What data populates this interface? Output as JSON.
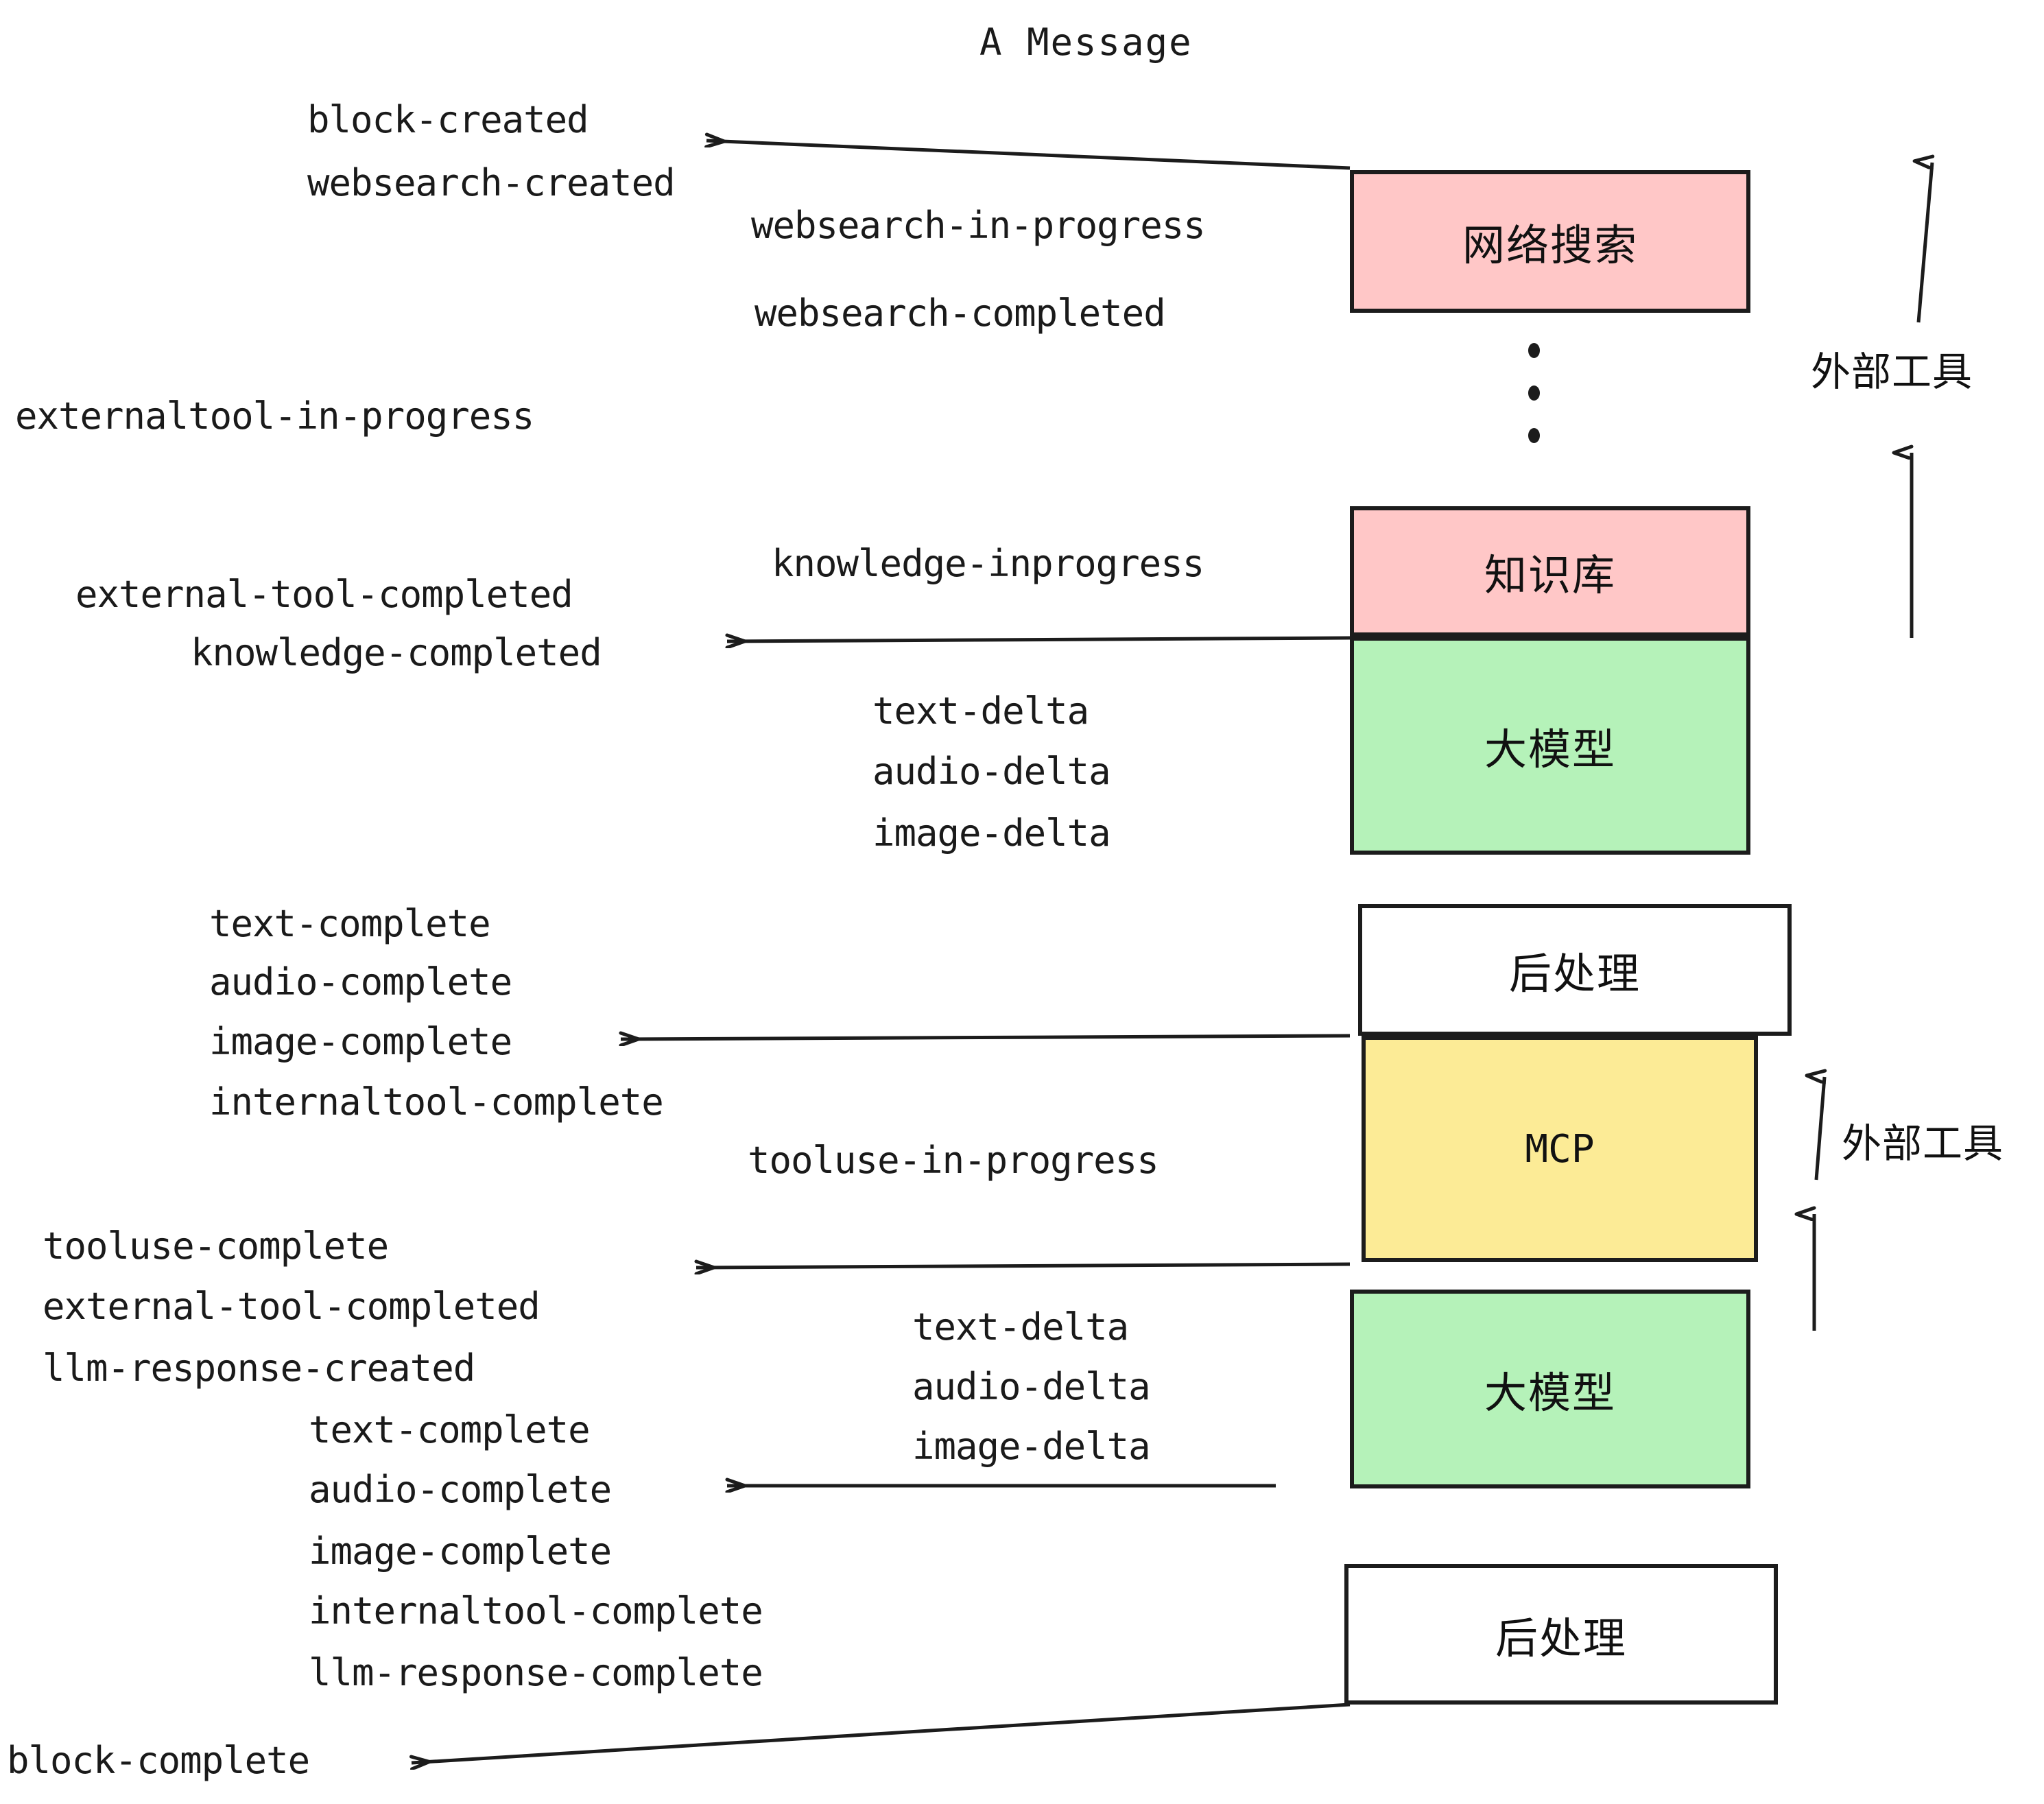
{
  "diagram": {
    "title": "A Message",
    "colors": {
      "pink": "#FFC7C7",
      "green": "#B5F2B9",
      "yellow": "#FCEB96",
      "white": "#FFFFFF",
      "stroke": "#1C1C1C"
    },
    "boxes": [
      {
        "id": "websearch",
        "label": "网络搜索",
        "fill": "#FFC7C7"
      },
      {
        "id": "knowledgebase",
        "label": "知识库",
        "fill": "#FFC7C7"
      },
      {
        "id": "llm-1",
        "label": "大模型",
        "fill": "#B5F2B9"
      },
      {
        "id": "postprocess-1",
        "label": "后处理",
        "fill": "#FFFFFF"
      },
      {
        "id": "mcp",
        "label": "MCP",
        "fill": "#FCEB96"
      },
      {
        "id": "llm-2",
        "label": "大模型",
        "fill": "#B5F2B9"
      },
      {
        "id": "postprocess-2",
        "label": "后处理",
        "fill": "#FFFFFF"
      }
    ],
    "brackets": [
      {
        "id": "external-tools-top",
        "label": "外部工具"
      },
      {
        "id": "external-tools-bottom",
        "label": "外部工具"
      }
    ],
    "events": {
      "block_created": "block-created",
      "websearch_created": "websearch-created",
      "websearch_in_progress": "websearch-in-progress",
      "websearch_completed": "websearch-completed",
      "externaltool_in_progress": "externaltool-in-progress",
      "knowledge_inprogress": "knowledge-inprogress",
      "external_tool_completed_1": "external-tool-completed",
      "knowledge_completed": "knowledge-completed",
      "text_delta_1": "text-delta",
      "audio_delta_1": "audio-delta",
      "image_delta_1": "image-delta",
      "text_complete_1": "text-complete",
      "audio_complete_1": "audio-complete",
      "image_complete_1": "image-complete",
      "internaltool_complete_1": "internaltool-complete",
      "tooluse_in_progress": "tooluse-in-progress",
      "tooluse_complete": "tooluse-complete",
      "external_tool_completed_2": "external-tool-completed",
      "llm_response_created": "llm-response-created",
      "text_delta_2": "text-delta",
      "audio_delta_2": "audio-delta",
      "image_delta_2": "image-delta",
      "text_complete_2": "text-complete",
      "audio_complete_2": "audio-complete",
      "image_complete_2": "image-complete",
      "internaltool_complete_2": "internaltool-complete",
      "llm_response_complete": "llm-response-complete",
      "block_complete": "block-complete"
    }
  }
}
